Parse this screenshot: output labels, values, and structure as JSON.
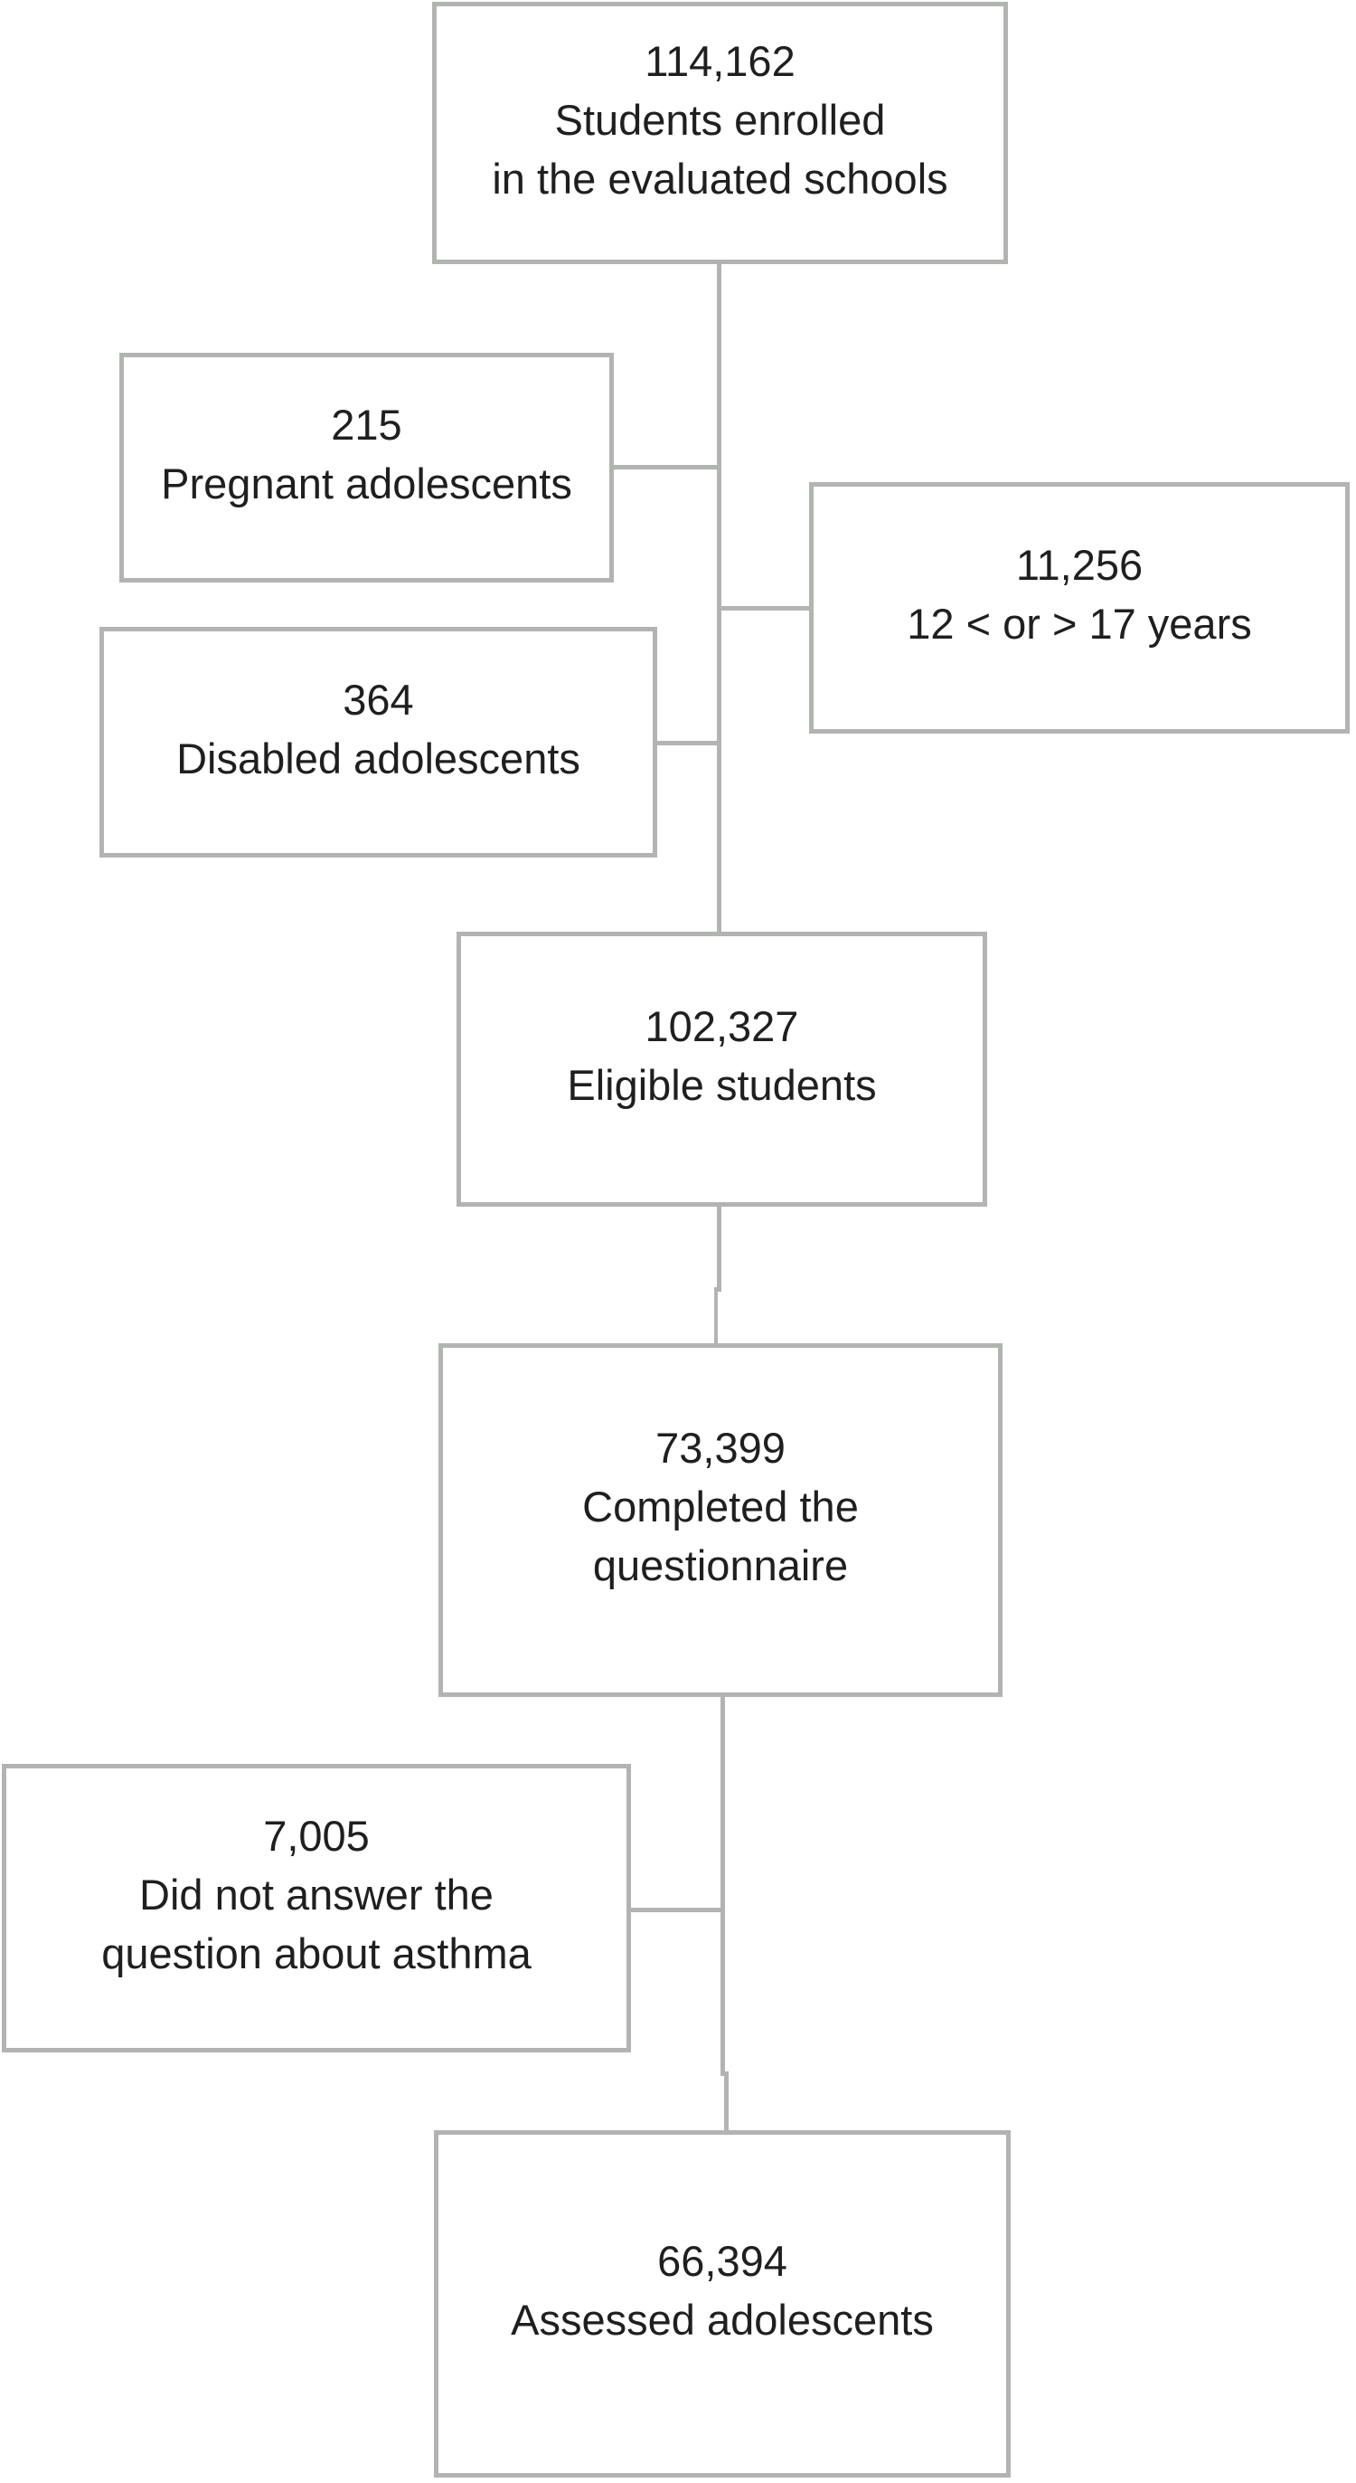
{
  "figure": {
    "type": "study-enrollment-flowchart",
    "colors": {
      "background": "#ffffff",
      "box_border": "#b2b4b2",
      "connector": "#b2b4b2",
      "text": "#1f1f1f"
    }
  },
  "flow": {
    "enrolled": {
      "lines": [
        "114,162",
        "Students enrolled",
        "in the evaluated schools"
      ]
    },
    "pregnant": {
      "lines": [
        "215",
        "Pregnant adolescents"
      ]
    },
    "disabled": {
      "lines": [
        "364",
        "Disabled adolescents"
      ]
    },
    "age": {
      "lines": [
        "11,256",
        "12 < or > 17 years"
      ]
    },
    "eligible": {
      "lines": [
        "102,327",
        "Eligible students"
      ]
    },
    "questionnaire": {
      "lines": [
        "73,399",
        "Completed the",
        "questionnaire"
      ]
    },
    "no_answer": {
      "lines": [
        "7,005",
        "Did not answer the",
        "question about asthma"
      ]
    },
    "assessed": {
      "lines": [
        "66,394",
        "Assessed adolescents"
      ]
    }
  }
}
